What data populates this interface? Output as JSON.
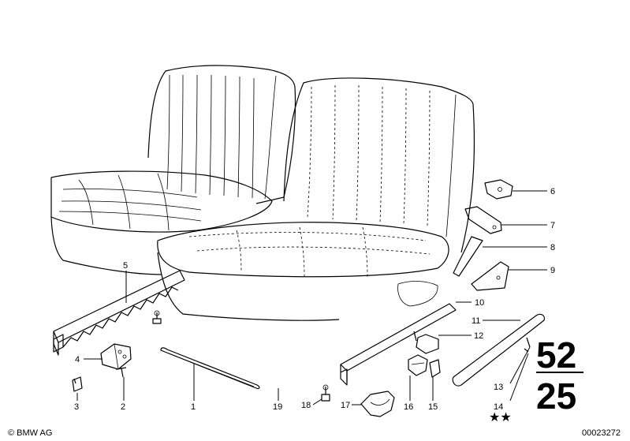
{
  "diagram": {
    "callouts": [
      "1",
      "2",
      "3",
      "4",
      "5",
      "6",
      "7",
      "8",
      "9",
      "10",
      "11",
      "12",
      "13",
      "14",
      "15",
      "16",
      "17",
      "18",
      "19"
    ],
    "group_code": {
      "top": "52",
      "bottom": "25"
    },
    "stars": "★★",
    "copyright": "© BMW AG",
    "image_number": "00023272"
  }
}
